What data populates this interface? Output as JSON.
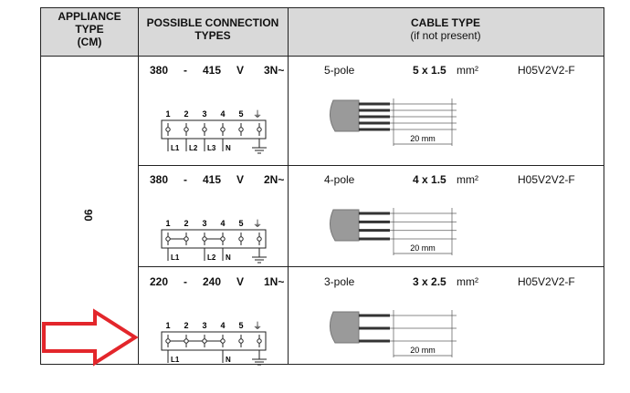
{
  "header": {
    "col1": "APPLIANCE\nTYPE\n(CM)",
    "col1_l1": "APPLIANCE",
    "col1_l2": "TYPE",
    "col1_l3": "(CM)",
    "col2_l1": "POSSIBLE CONNECTION",
    "col2_l2": "TYPES",
    "col3_l1": "CABLE TYPE",
    "col3_l2": "(if not present)"
  },
  "appliance_type": "90",
  "rows": [
    {
      "v1": "380",
      "dash": "-",
      "v2": "415",
      "unit": "V",
      "phase": "3N~",
      "poles": "5-pole",
      "size": "5 x 1.5",
      "mm": "mm²",
      "cable": "H05V2V2-F",
      "len": "20 mm",
      "terms": [
        "1",
        "2",
        "3",
        "4",
        "5"
      ],
      "lines": [
        "L1",
        "L2",
        "L3",
        "N"
      ]
    },
    {
      "v1": "380",
      "dash": "-",
      "v2": "415",
      "unit": "V",
      "phase": "2N~",
      "poles": "4-pole",
      "size": "4 x 1.5",
      "mm": "mm²",
      "cable": "H05V2V2-F",
      "len": "20 mm",
      "terms": [
        "1",
        "2",
        "3",
        "4",
        "5"
      ],
      "lines": [
        "L1",
        "L2",
        "N"
      ]
    },
    {
      "v1": "220",
      "dash": "-",
      "v2": "240",
      "unit": "V",
      "phase": "1N~",
      "poles": "3-pole",
      "size": "3 x 2.5",
      "mm": "mm²",
      "cable": "H05V2V2-F",
      "len": "20 mm",
      "terms": [
        "1",
        "2",
        "3",
        "4",
        "5"
      ],
      "lines": [
        "L1",
        "N"
      ]
    }
  ],
  "colors": {
    "header_bg": "#d9d9d9",
    "arrow": "#e3262b",
    "plug": "#999999"
  }
}
